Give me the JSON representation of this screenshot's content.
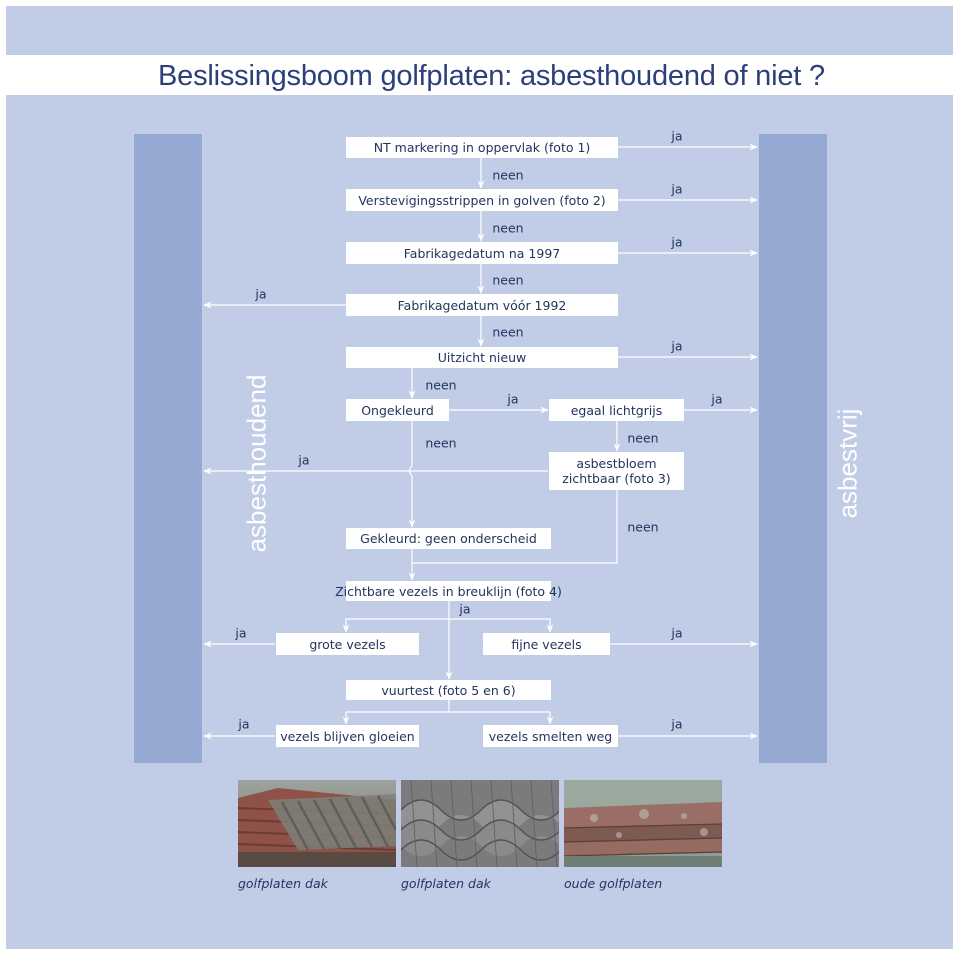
{
  "title": "Beslissingsboom golfplaten: asbesthoudend of niet ?",
  "sidebars": {
    "left": "asbesthoudend",
    "right": "asbestvrij"
  },
  "boxes": {
    "nt_markering": "NT markering in oppervlak",
    "nt_markering_ref": "(foto 1)",
    "verstevigingsstrippen": "Verstevigingsstrippen in golven",
    "verstevigingsstrippen_ref": "(foto 2)",
    "fabrikagedatum_na": "Fabrikagedatum na 1997",
    "fabrikagedatum_voor": "Fabrikagedatum vóór 1992",
    "uitzicht_nieuw": "Uitzicht nieuw",
    "ongekleurd": "Ongekleurd",
    "egaal_lichtgrijs": "egaal lichtgrijs",
    "asbestbloem_line1": "asbestbloem",
    "asbestbloem_line2": "zichtbaar",
    "asbestbloem_ref": "(foto 3)",
    "gekleurd": "Gekleurd: geen onderscheid",
    "zichtbare_vezels": "Zichtbare vezels in breuklijn",
    "zichtbare_vezels_ref": "(foto 4)",
    "grote_vezels": "grote vezels",
    "fijne_vezels": "fijne vezels",
    "vuurtest": "vuurtest",
    "vuurtest_ref": "(foto 5 en 6)",
    "vezels_gloeien": "vezels blijven gloeien",
    "vezels_smelten": "vezels smelten weg"
  },
  "edge_labels": {
    "yes": "ja",
    "no": "neen"
  },
  "photos": [
    {
      "caption": "golfplaten dak"
    },
    {
      "caption": "golfplaten dak"
    },
    {
      "caption": "oude golfplaten"
    }
  ],
  "colors": {
    "background": "#c1cce6",
    "sidebar": "#95a9d3",
    "text": "#23345f",
    "title": "#2d3f7a",
    "line": "#ffffff"
  }
}
